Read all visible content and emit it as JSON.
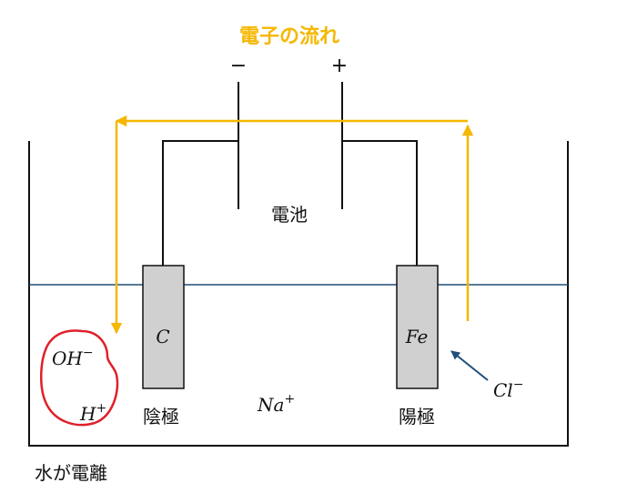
{
  "title": "電子の流れ",
  "battery": {
    "label": "電池",
    "minus": "−",
    "plus": "+"
  },
  "cathode": {
    "symbol": "C",
    "label": "陰極"
  },
  "anode": {
    "symbol": "Fe",
    "label": "陽極"
  },
  "ions": {
    "hydroxide": {
      "base": "OH",
      "charge": "−"
    },
    "hydrogen": {
      "base": "H",
      "charge": "+"
    },
    "sodium": {
      "base": "Na",
      "charge": "+"
    },
    "chloride": {
      "base": "Cl",
      "charge": "−"
    }
  },
  "caption": "水が電離",
  "colors": {
    "electron_flow": "#F5B700",
    "water_line": "#1F4E79",
    "ion_arrow": "#1F4E79",
    "electrode_fill": "#D0D0D0",
    "highlight_circle": "#E0202A",
    "line": "#111111"
  }
}
